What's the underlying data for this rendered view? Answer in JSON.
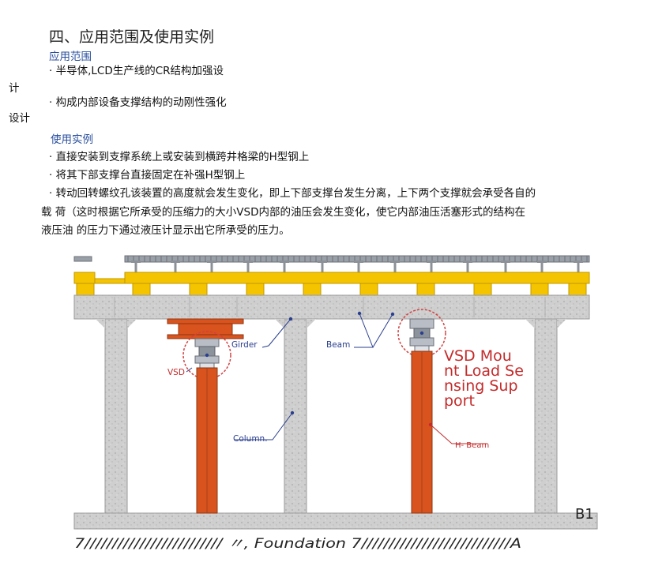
{
  "heading": "四、应用范围及使用实例",
  "scope": {
    "title": "应用范围",
    "item1_a": "· 半导体,LCD生产线的CR结构加强设",
    "item1_b": "计",
    "item2_a": "· 构成内部设备支撑结构的动刚性强化",
    "item2_b": "设计"
  },
  "examples": {
    "title": "使用实例",
    "item1": "· 直接安装到支撑系统上或安装到横跨井格梁的H型钢上",
    "item2": "· 将其下部支撑台直接固定在补强H型钢上",
    "item3_a": "· 转动回转螺纹孔该装置的高度就会发生变化，即上下部支撑台发生分离，上下两个支撑就会承受各自的",
    "item3_b": "载 荷（这时根据它所承受的压缩力的大小VSD内部的油压会发生变化，使它内部油压活塞形式的结构在",
    "item3_c": "液压油 的压力下通过液压计显示出它所承受的压力。"
  },
  "diagram": {
    "girder": "Girder",
    "beam": "Beam",
    "vsd": "VSD",
    "column": "Column.",
    "hbeam": "H- Beam",
    "vsd_mount_1": "VSD Mou",
    "vsd_mount_2": "nt Load Se",
    "vsd_mount_3": "nsing Sup",
    "vsd_mount_4": "port",
    "b1": "B1",
    "foundation": "7/////////////////////////  〃, Foundation 7///////////////////////////A"
  },
  "colors": {
    "yellow": "#f5c400",
    "orange": "#d9531e",
    "concrete": "#c8c8c8",
    "label_blue": "#2a3f8f",
    "red": "#c42a2a"
  }
}
